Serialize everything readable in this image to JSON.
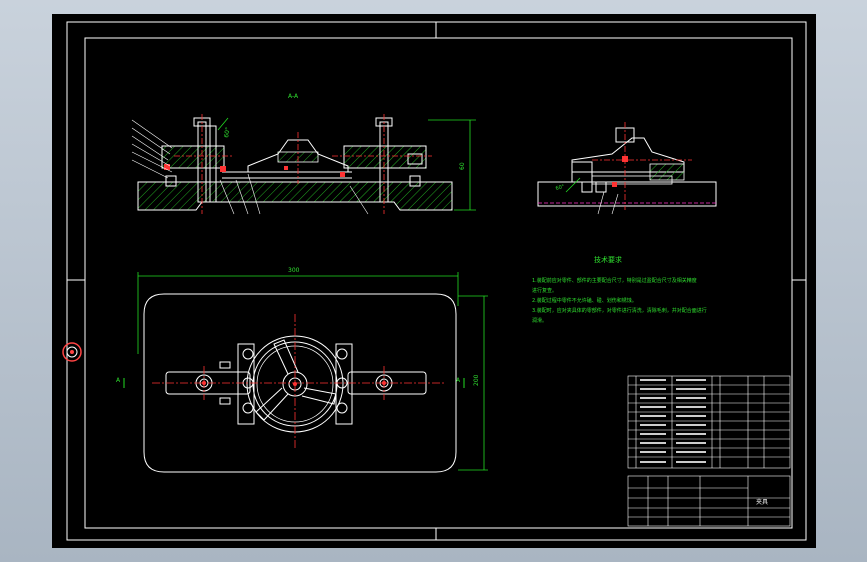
{
  "viewport": {
    "background": "#000000",
    "frame_color": "#ffffff",
    "dim_color": "#22dd22",
    "hatch_color": "#22aa22",
    "center_color": "#ff3333",
    "hidden_color": "#ff33cc"
  },
  "section_view": {
    "label": "A-A",
    "dim_height": "60",
    "dim_angle": "60°"
  },
  "side_view": {
    "dim_angle": "60°"
  },
  "plan_view": {
    "dim_width": "300",
    "dim_height": "200",
    "section_mark": "A"
  },
  "notes": {
    "title": "技术要求",
    "lines": [
      "1.装配前应对零件、部件的主要配合尺寸，特别是过盈配合尺寸及相关精度",
      "进行复查。",
      "2.装配过程中零件不允许磕、碰、划伤和锈蚀。",
      "3.装配时，应对夹具体的零部件，对零件进行清洗，清除毛刺，并对配合面进行",
      "润滑。"
    ]
  },
  "title_block": {
    "drawing_name": "夹具"
  }
}
